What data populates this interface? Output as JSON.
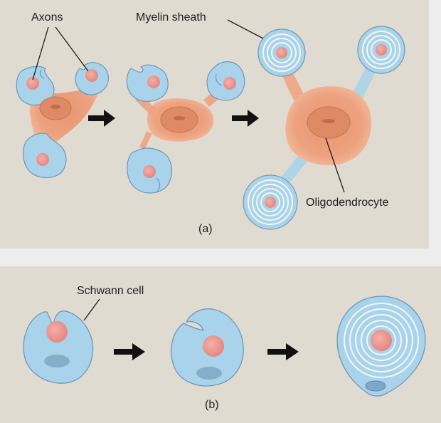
{
  "panel_a": {
    "caption": "(a)",
    "labels": {
      "axons": "Axons",
      "myelin_sheath": "Myelin sheath",
      "oligodendrocyte": "Oligodendrocyte"
    }
  },
  "panel_b": {
    "caption": "(b)",
    "labels": {
      "schwann_cell": "Schwann cell"
    }
  },
  "colors": {
    "panel_background": "#e0dbd1",
    "page_background": "#ededed",
    "glial_membrane": "#a9d3ea",
    "membrane_outline": "#6f97b6",
    "cell_body": "#eda27f",
    "axon": "#ec8f88",
    "nucleus": "#7fa7c6",
    "arrow": "#111111"
  }
}
